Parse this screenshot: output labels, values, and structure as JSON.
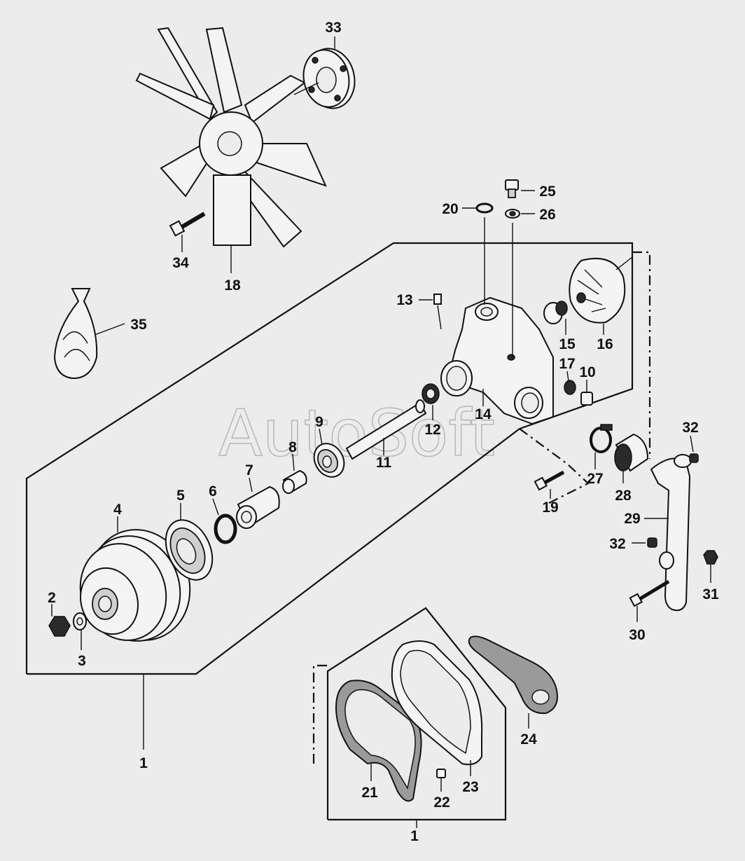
{
  "watermark": "AutoSoft",
  "callouts": [
    {
      "id": "c1a",
      "text": "1"
    },
    {
      "id": "c1b",
      "text": "1"
    },
    {
      "id": "c2",
      "text": "2"
    },
    {
      "id": "c3",
      "text": "3"
    },
    {
      "id": "c4",
      "text": "4"
    },
    {
      "id": "c5",
      "text": "5"
    },
    {
      "id": "c6",
      "text": "6"
    },
    {
      "id": "c7",
      "text": "7"
    },
    {
      "id": "c8",
      "text": "8"
    },
    {
      "id": "c9",
      "text": "9"
    },
    {
      "id": "c10",
      "text": "10"
    },
    {
      "id": "c11",
      "text": "11"
    },
    {
      "id": "c12",
      "text": "12"
    },
    {
      "id": "c13",
      "text": "13"
    },
    {
      "id": "c14",
      "text": "14"
    },
    {
      "id": "c15",
      "text": "15"
    },
    {
      "id": "c16",
      "text": "16"
    },
    {
      "id": "c17",
      "text": "17"
    },
    {
      "id": "c18",
      "text": "18"
    },
    {
      "id": "c19",
      "text": "19"
    },
    {
      "id": "c20",
      "text": "20"
    },
    {
      "id": "c21",
      "text": "21"
    },
    {
      "id": "c22",
      "text": "22"
    },
    {
      "id": "c23",
      "text": "23"
    },
    {
      "id": "c24",
      "text": "24"
    },
    {
      "id": "c25",
      "text": "25"
    },
    {
      "id": "c26",
      "text": "26"
    },
    {
      "id": "c27",
      "text": "27"
    },
    {
      "id": "c28",
      "text": "28"
    },
    {
      "id": "c29",
      "text": "29"
    },
    {
      "id": "c30",
      "text": "30"
    },
    {
      "id": "c31",
      "text": "31"
    },
    {
      "id": "c32a",
      "text": "32"
    },
    {
      "id": "c32b",
      "text": "32"
    },
    {
      "id": "c33",
      "text": "33"
    },
    {
      "id": "c34",
      "text": "34"
    },
    {
      "id": "c35",
      "text": "35"
    }
  ]
}
